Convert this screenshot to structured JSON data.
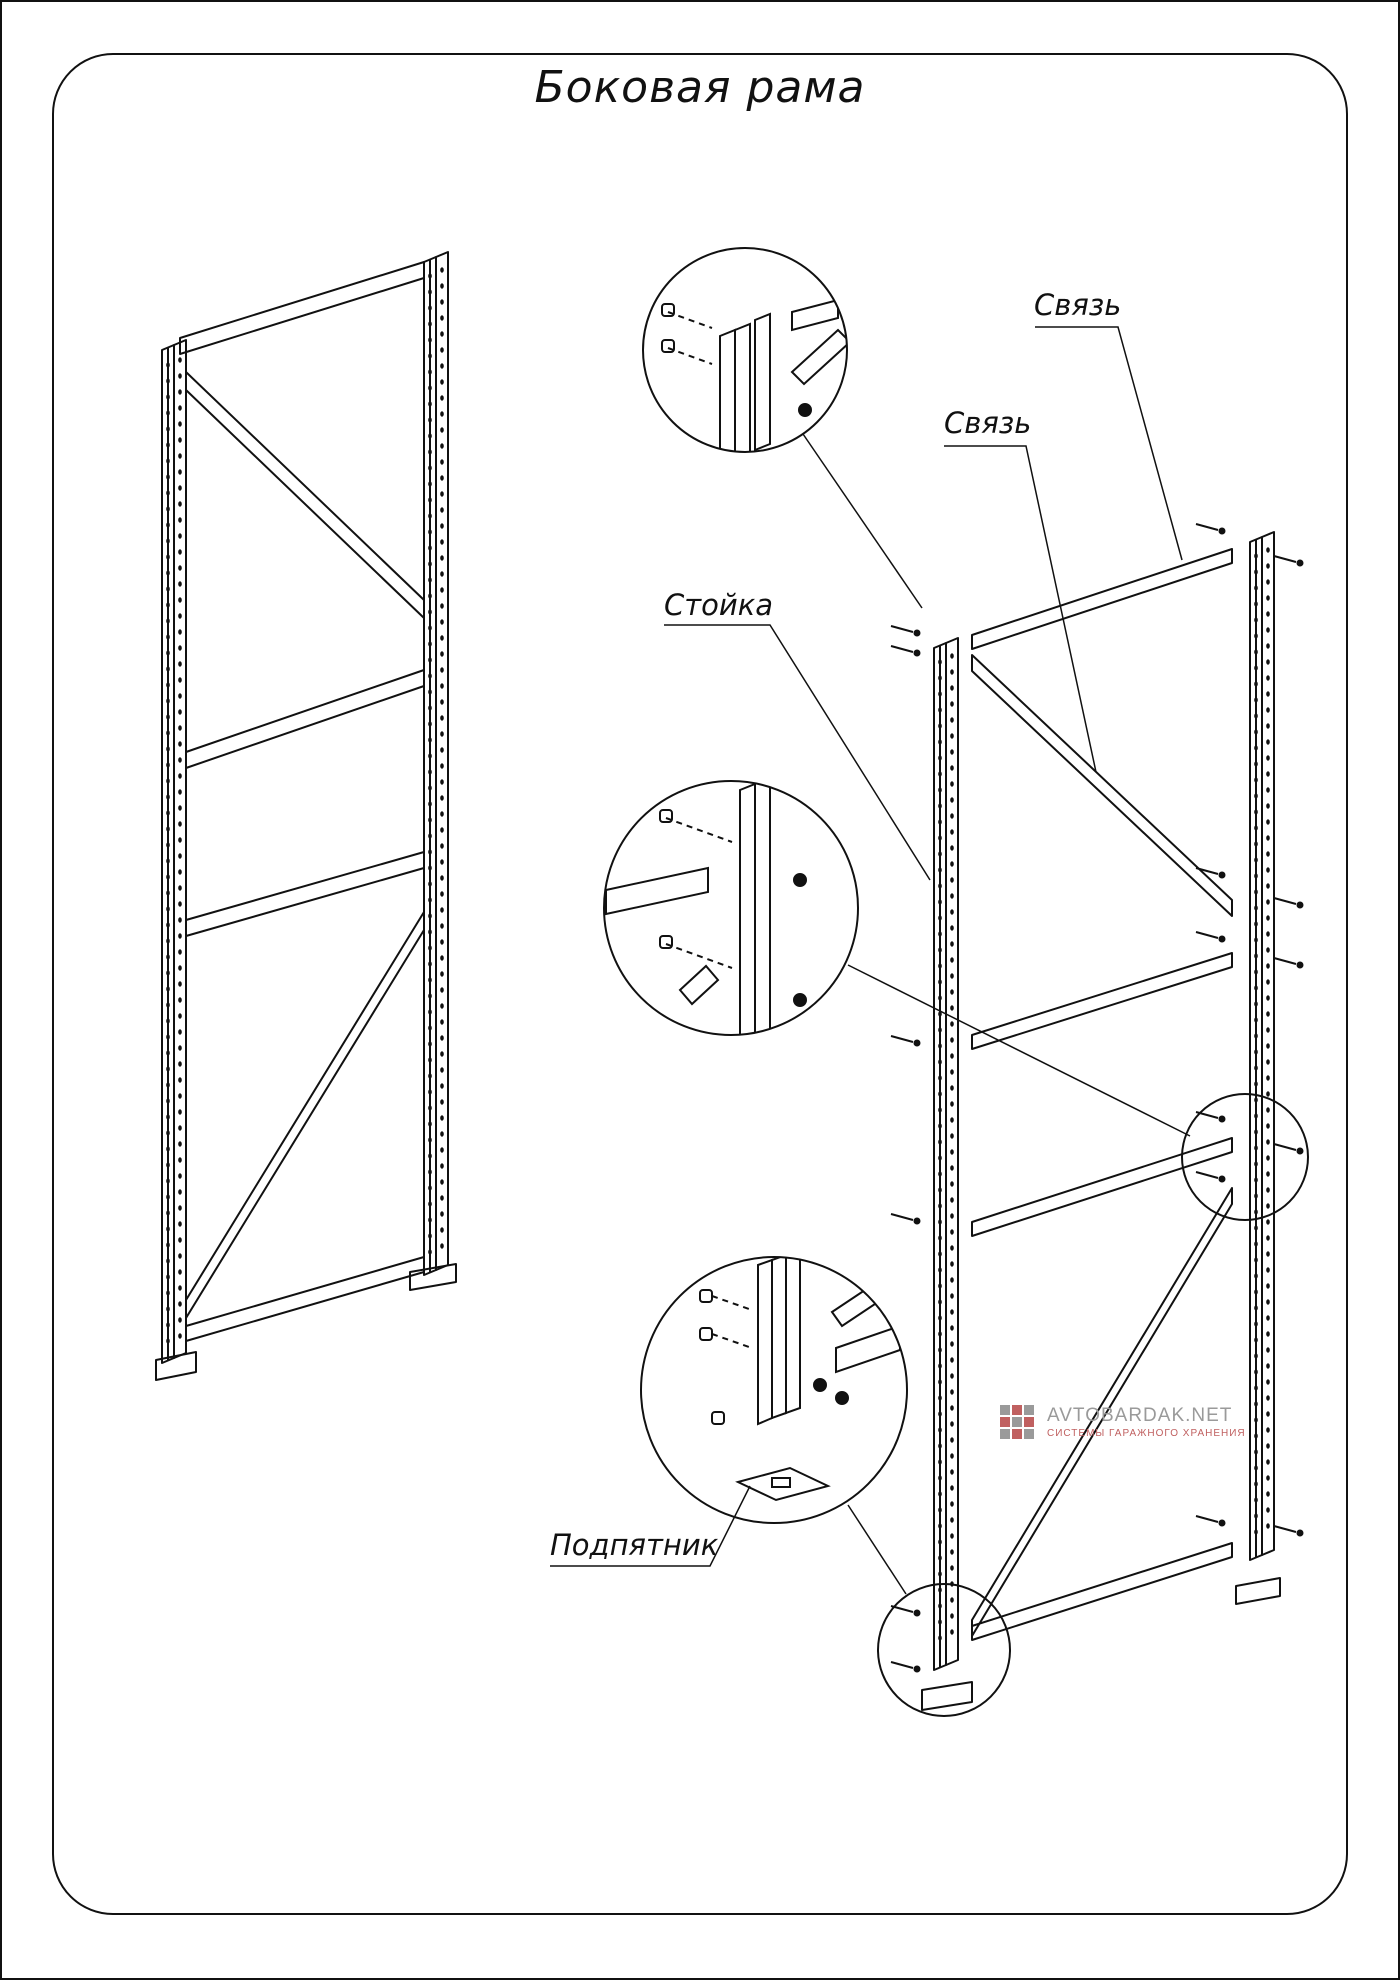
{
  "title": "Боковая рама",
  "labels": {
    "svyaz_top": "Связь",
    "svyaz_diag": "Связь",
    "stoyka": "Стойка",
    "podpyatnik": "Подпятник"
  },
  "watermark": {
    "name": "AVTOBARDAK.NET",
    "tagline": "СИСТЕМЫ ГАРАЖНОГО ХРАНЕНИЯ",
    "color_name": "#9a9a9a",
    "color_tagline": "#c06060",
    "color_logo": "#c06060"
  },
  "colors": {
    "line": "#111111",
    "paper": "#ffffff"
  }
}
